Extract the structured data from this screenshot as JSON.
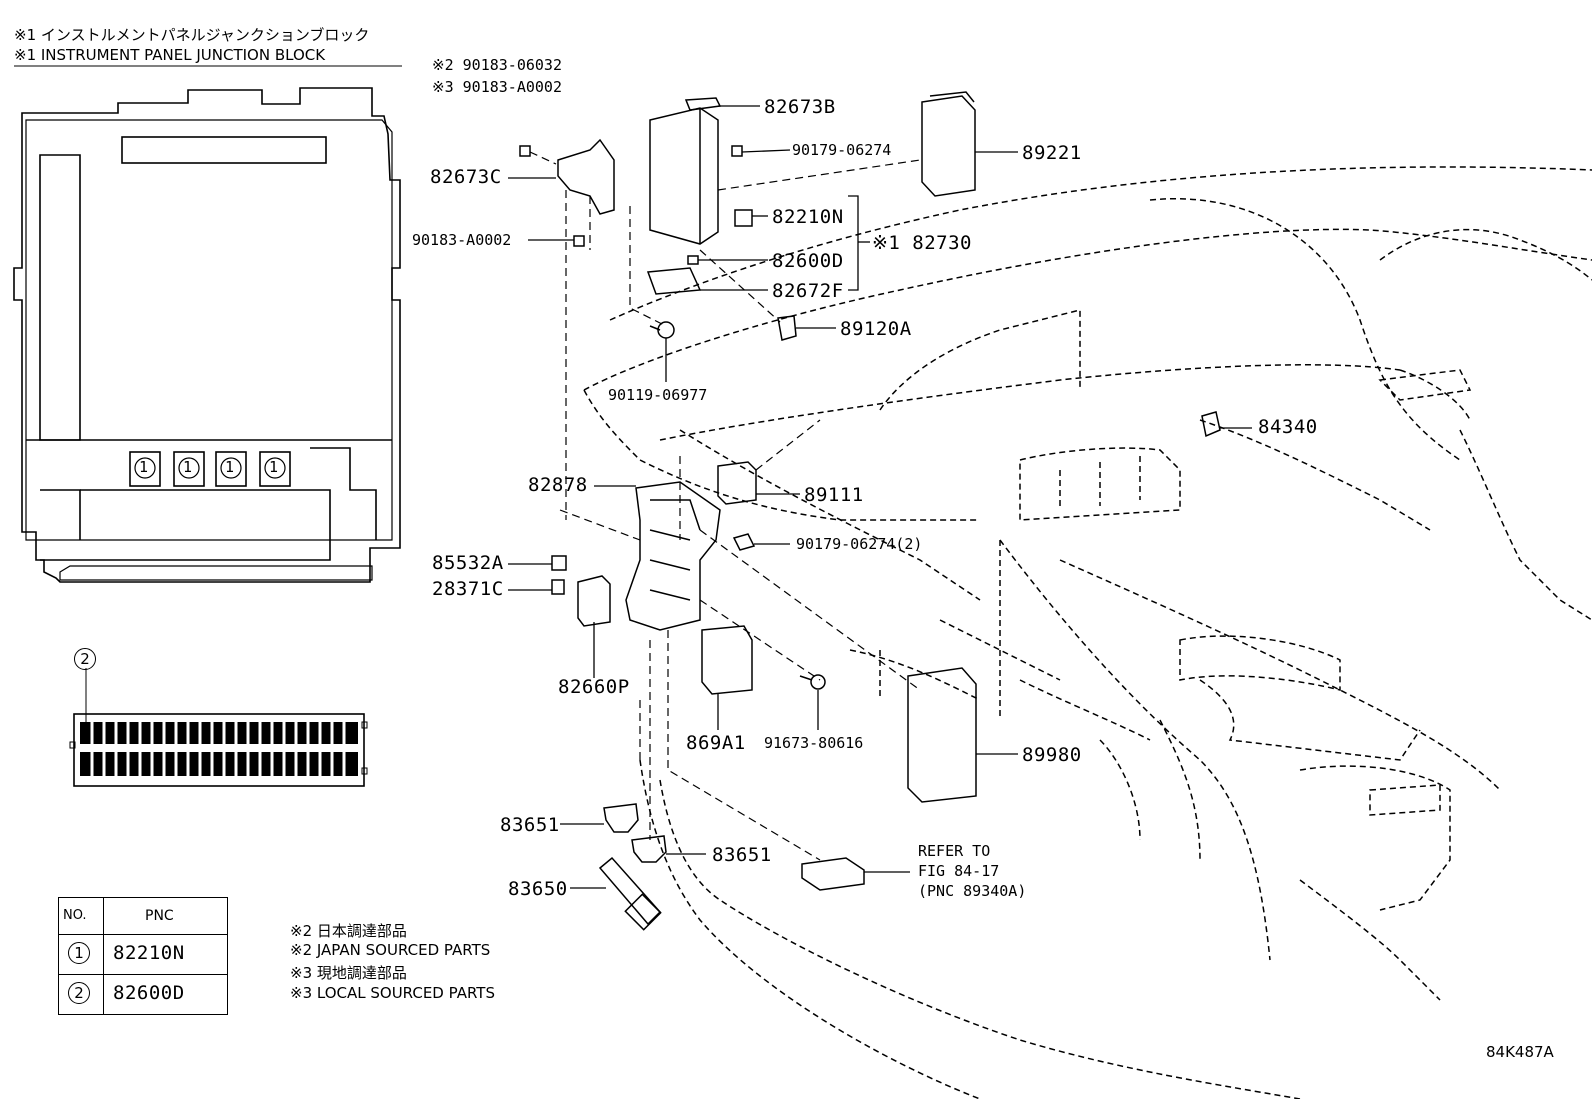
{
  "header": {
    "note1_jp": "※1 インストルメントパネルジャンクションブロック",
    "note1_en": "※1 INSTRUMENT PANEL JUNCTION BLOCK"
  },
  "parts": {
    "p90183_06032": "※2 90183-06032",
    "p90183_A0002_top": "※3 90183-A0002",
    "p82673B": "82673B",
    "p90179_06274": "90179-06274",
    "p89221": "89221",
    "p82673C": "82673C",
    "p82210N": "82210N",
    "p82730": "※1 82730",
    "p90183_A0002": "90183-A0002",
    "p82600D": "82600D",
    "p82672F": "82672F",
    "p89120A": "89120A",
    "p90119_06977": "90119-06977",
    "p84340": "84340",
    "p82878": "82878",
    "p89111": "89111",
    "p90179_06274_2": "90179-06274(2)",
    "p85532A": "85532A",
    "p28371C": "28371C",
    "p82660P": "82660P",
    "p869A1": "869A1",
    "p91673_80616": "91673-80616",
    "p89980": "89980",
    "p83651_a": "83651",
    "p83651_b": "83651",
    "p83650": "83650",
    "refer1": "REFER TO",
    "refer2": "FIG 84-17",
    "refer3": "(PNC 89340A)"
  },
  "junction_block": {
    "fuse_marker": "1",
    "connector_marker": "2"
  },
  "pnc_table": {
    "headers": [
      "NO.",
      "PNC"
    ],
    "rows": [
      {
        "no": "1",
        "pnc": "82210N"
      },
      {
        "no": "2",
        "pnc": "82600D"
      }
    ]
  },
  "notes": {
    "n2_jp": "※2 日本調達部品",
    "n2_en": "※2 JAPAN SOURCED PARTS",
    "n3_jp": "※3 現地調達部品",
    "n3_en": "※3 LOCAL SOURCED PARTS"
  },
  "figure_code": "84K487A"
}
